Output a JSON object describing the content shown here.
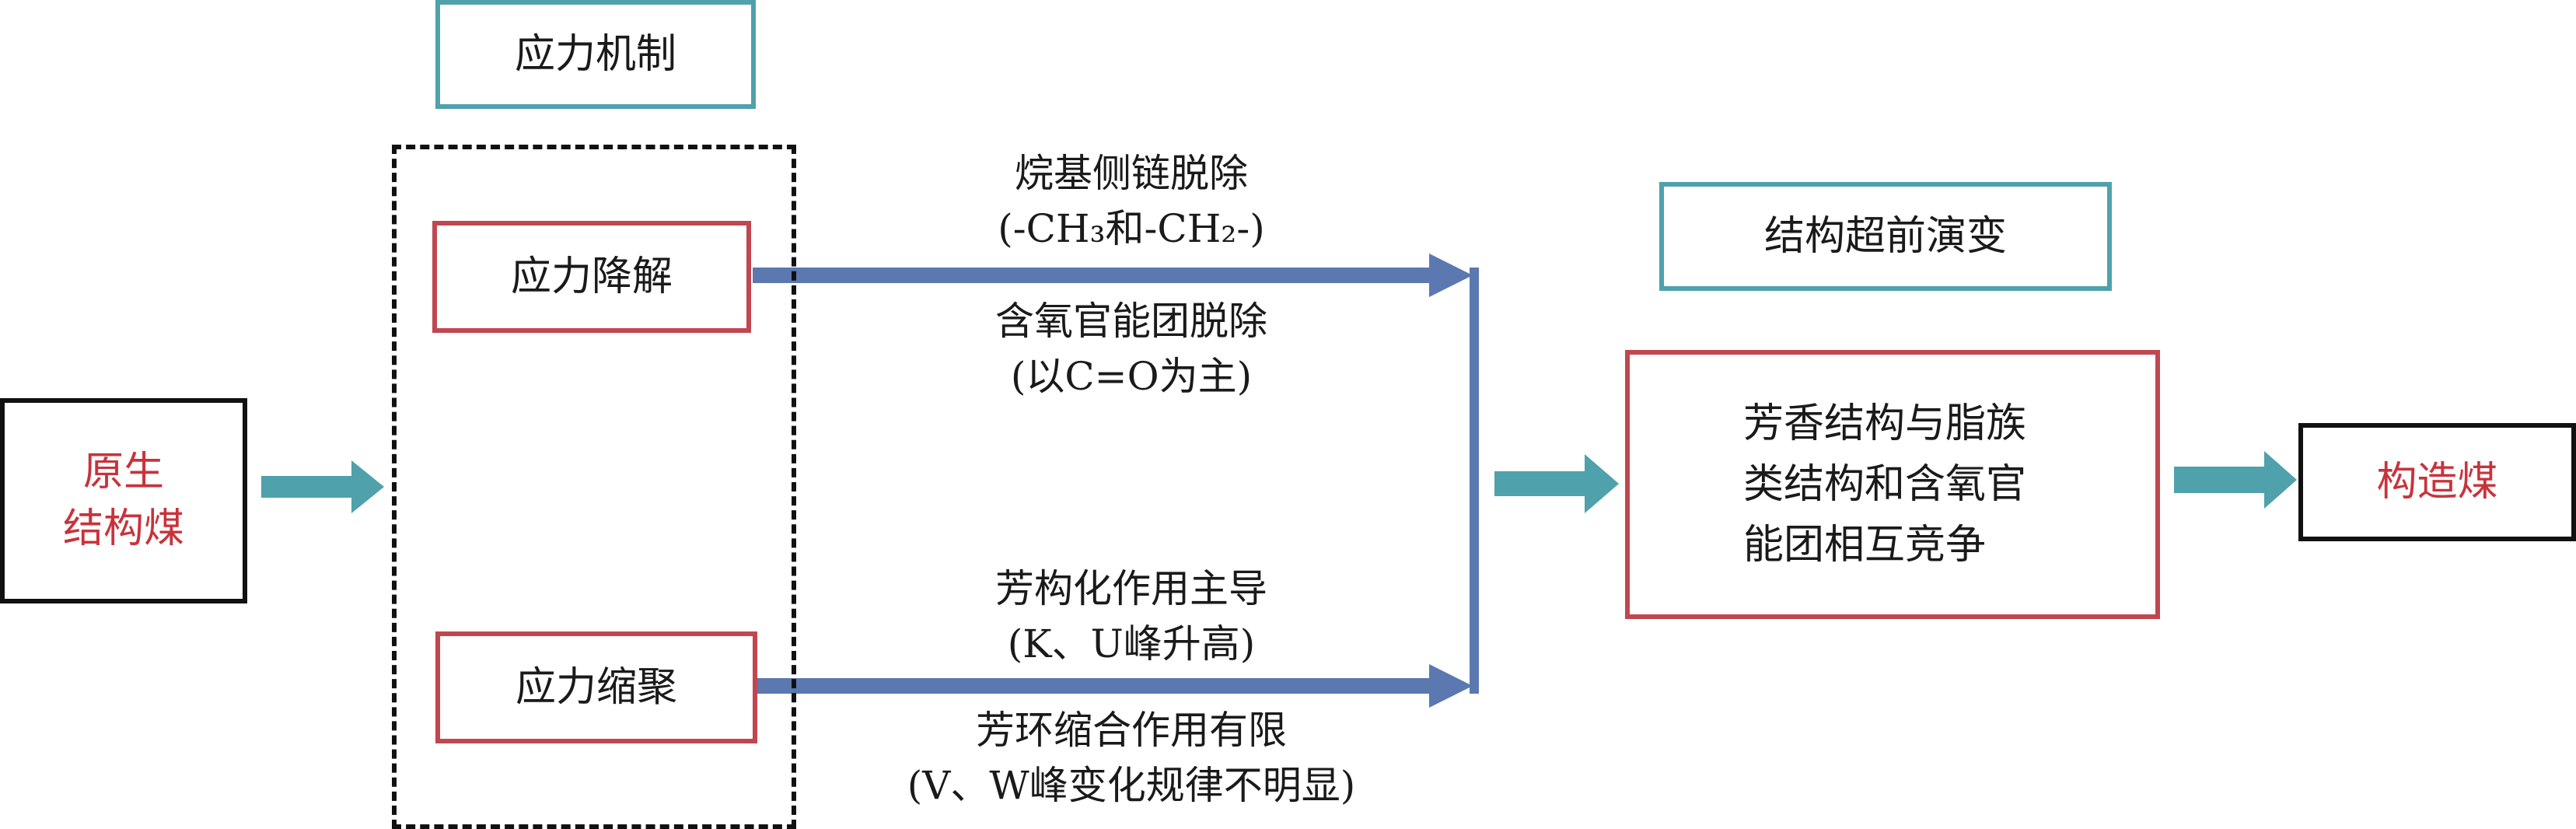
{
  "mechanism_header": "应力机制",
  "degradation_box": "应力降解",
  "condensation_box": "应力缩聚",
  "source_coal": [
    "原生",
    "结构煤"
  ],
  "result_coal": "构造煤",
  "evolution_header": "结构超前演变",
  "competition_box": [
    "芳香结构与脂族",
    "类结构和含氧官",
    "能团相互竞争"
  ],
  "upper_labels": {
    "alkyl_line1": "烷基侧链脱除",
    "alkyl_line2": "(-CH₃和-CH₂-)",
    "oxygen_line1": "含氧官能团脱除",
    "oxygen_line2": "(以C=O为主)"
  },
  "lower_labels": {
    "arom_line1": "芳构化作用主导",
    "arom_line2": "(K、U峰升高)",
    "ring_line1": "芳环缩合作用有限",
    "ring_line2": "(V、W峰变化规律不明显)"
  },
  "colors": {
    "teal": "#4fa1ab",
    "red": "#c0474f",
    "blue_arrow": "#5b78b0",
    "black": "#111111"
  }
}
